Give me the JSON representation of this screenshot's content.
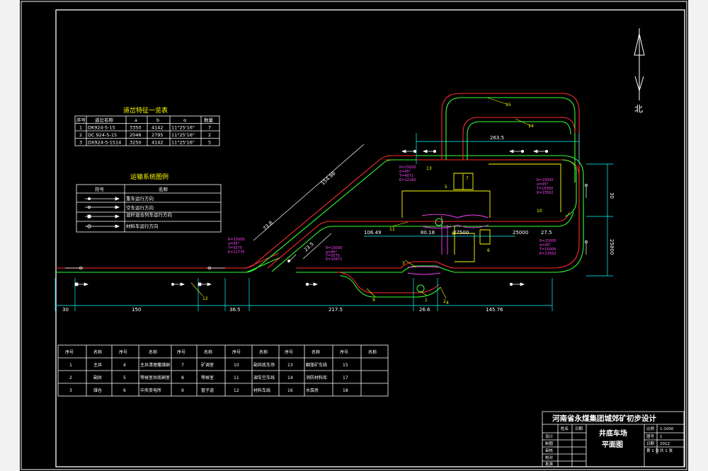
{
  "north": {
    "label": "北"
  },
  "curve_table": {
    "title": "道岔特征一览表",
    "headers": [
      "序号",
      "道岔名称",
      "a",
      "b",
      "α",
      "数量"
    ],
    "rows": [
      [
        "1",
        "DK924-5-15",
        "3350",
        "4142",
        "11°25'16\"",
        "7"
      ],
      [
        "2",
        "DC 924-5-15",
        "2046",
        "2795",
        "11°25'16\"",
        "2"
      ],
      [
        "3",
        "DX924-5-1514",
        "3250",
        "4142",
        "11°25'16\"",
        "5"
      ]
    ]
  },
  "legend": {
    "title": "运输系统图例",
    "headers": [
      "符号",
      "名称"
    ],
    "items": [
      "重车运行方向",
      "空车运行方向",
      "混矸混合列车运行方向",
      "材料车运行方向"
    ]
  },
  "callouts": [
    "1",
    "2",
    "3",
    "4",
    "5",
    "6",
    "7",
    "8",
    "9",
    "10",
    "11",
    "12",
    "13",
    "14",
    "15"
  ],
  "dims": {
    "bottom": [
      "30",
      "150",
      "36.5",
      "217.5",
      "26.6",
      "145.76"
    ],
    "top": [
      "263.5"
    ],
    "right": [
      "30",
      "25800"
    ],
    "diag": [
      "154.98",
      "73.8",
      "23.5"
    ],
    "track": [
      "106.49",
      "80.18",
      "27500",
      "25000",
      "27.5"
    ]
  },
  "curve_params": {
    "left": [
      "R=15000",
      "α=45°",
      "T=5575",
      "K=11775"
    ],
    "mid": [
      "R=15000",
      "α=45°",
      "T=5575",
      "K=10471"
    ],
    "upper": [
      "R=15000",
      "α=45°",
      "T=4071",
      "K=12342"
    ],
    "right_upper": [
      "R=15000",
      "α=45°",
      "T=15000",
      "K=23562"
    ],
    "right_lower": [
      "R=15000",
      "α=45°",
      "T=15000",
      "K=23562"
    ]
  },
  "chamber_table": {
    "headers": [
      "序号",
      "名称",
      "序号",
      "名称",
      "序号",
      "名称",
      "序号",
      "名称",
      "序号",
      "名称",
      "序号",
      "名称"
    ],
    "rows": [
      [
        "1",
        "主井",
        "4",
        "主井清理撒煤硐",
        "7",
        "矿调室",
        "10",
        "副井底车场",
        "13",
        "翻笼矿车线",
        "15",
        ""
      ],
      [
        "2",
        "副井",
        "5",
        "等候室井底硐室",
        "8",
        "等候室",
        "11",
        "调车空车线",
        "14",
        "消防材料库",
        "17",
        ""
      ],
      [
        "3",
        "煤仓",
        "6",
        "中央变电所",
        "9",
        "管子道",
        "12",
        "材料车线",
        "16",
        "水泵房",
        "18",
        ""
      ]
    ]
  },
  "title_block": {
    "company": "河南省永煤集团城郊矿初步设计",
    "drawing": [
      "井底车场",
      "平面图"
    ],
    "left_labels": [
      "设计",
      "制图",
      "审核",
      "校对",
      "批准"
    ],
    "right_labels": [
      "比例",
      "图号",
      "日期",
      "第 1 张"
    ],
    "right_values": [
      "1:1000",
      "1",
      "2012",
      "共 1 张"
    ],
    "top_labels": [
      "姓名",
      "日期"
    ]
  }
}
